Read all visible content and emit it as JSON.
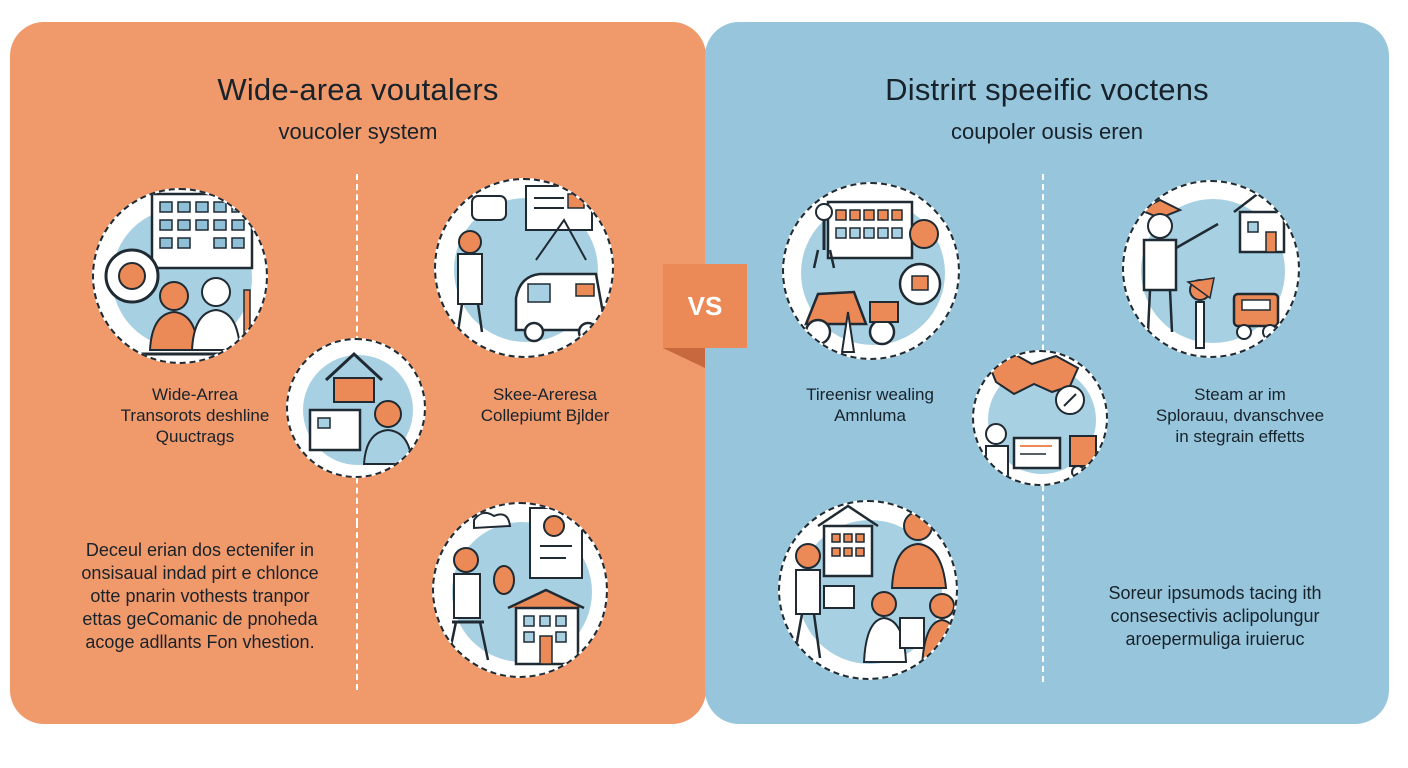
{
  "vs_label": "VS",
  "left": {
    "title": "Wide-area voutalers",
    "subtitle": "voucoler system",
    "caption_1": [
      "Wide-Arrea",
      "Transorots deshline",
      "Quuctrags"
    ],
    "caption_2": [
      "Skee-Areresa",
      "Collepiumt Bjlder"
    ],
    "paragraph": [
      "Deceul erian dos ectenifer in",
      "onsisaual indad pirt e chlonce",
      "otte pnarin vothests tranpor",
      "ettas geComanic de pnoheda",
      "acoge adllants Fon vhestion."
    ]
  },
  "right": {
    "title": "Distrirt speeific voctens",
    "subtitle": "coupoler ousis eren",
    "caption_1": [
      "Tireenisr wealing",
      "Amnluma"
    ],
    "caption_2": [
      "Steam ar im",
      "Splorauu, dvanschvee",
      "in stegrain effetts"
    ],
    "paragraph": [
      "Soreur ipsumods tacing ith",
      "consesectivis aclipolungur",
      "aroepermuliga iruieruc"
    ]
  },
  "colors": {
    "left_panel": "#f0996a",
    "right_panel": "#97c6dc",
    "accent_orange": "#ec8a57",
    "ink": "#1f2a33",
    "light_blue": "#a8d0e3"
  }
}
